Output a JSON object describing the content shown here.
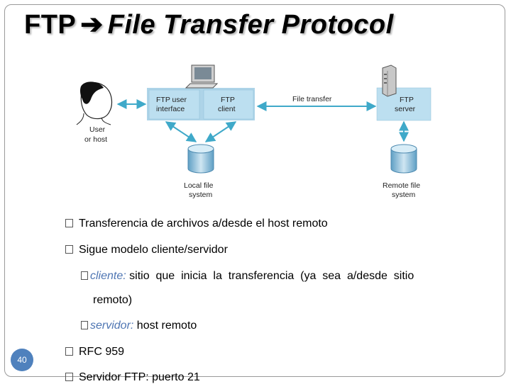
{
  "slide": {
    "title_left": "FTP",
    "title_arrow": "➔",
    "title_right": "File Transfer Protocol",
    "page_number": "40"
  },
  "diagram": {
    "user_label_1": "User",
    "user_label_2": "or host",
    "ftp_ui_1": "FTP user",
    "ftp_ui_2": "interface",
    "ftp_client_1": "FTP",
    "ftp_client_2": "client",
    "file_transfer": "File transfer",
    "ftp_server_1": "FTP",
    "ftp_server_2": "server",
    "local_fs_1": "Local file",
    "local_fs_2": "system",
    "remote_fs_1": "Remote file",
    "remote_fs_2": "system"
  },
  "bullets": [
    "Transferencia de archivos a/desde el host remoto",
    "Sigue modelo cliente/servidor",
    "RFC 959",
    "Servidor FTP: puerto 21"
  ],
  "subbullets": [
    {
      "term": "cliente:",
      "text": " sitio  que  inicia  la  transferencia  (ya  sea  a/desde  sitio",
      "cont": "remoto)"
    },
    {
      "term": "servidor:",
      "text": " host remoto"
    }
  ]
}
